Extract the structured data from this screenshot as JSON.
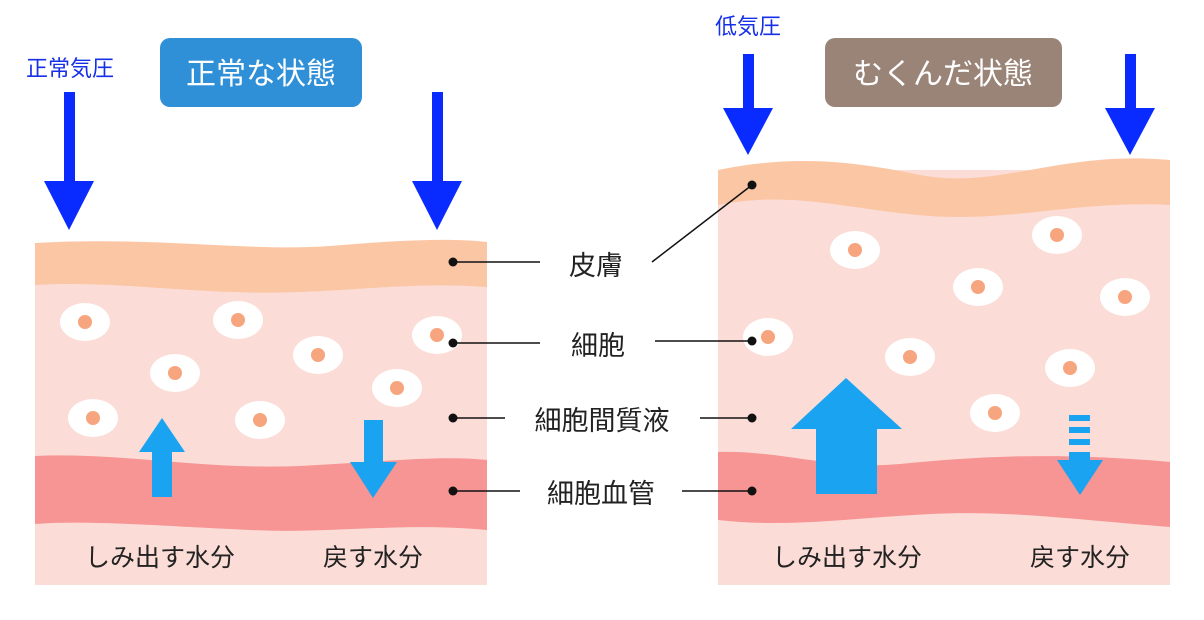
{
  "left": {
    "pressure_label": "正常気圧",
    "title": "正常な状態",
    "seep_label": "しみ出す水分",
    "return_label": "戻す水分"
  },
  "right": {
    "pressure_label": "低気圧",
    "title": "むくんだ状態",
    "seep_label": "しみ出す水分",
    "return_label": "戻す水分"
  },
  "labels": {
    "skin": "皮膚",
    "cell": "細胞",
    "interstitial_fluid": "細胞間質液",
    "capillary": "細胞血管"
  },
  "colors": {
    "pressure_arrow": "#0a2bff",
    "water_arrow": "#1aa3f0",
    "skin": "#fbc6a4",
    "tissue": "#fbdcd6",
    "vessel": "#f79494",
    "left_badge": "#2f90d8",
    "right_badge": "#9a8478"
  }
}
